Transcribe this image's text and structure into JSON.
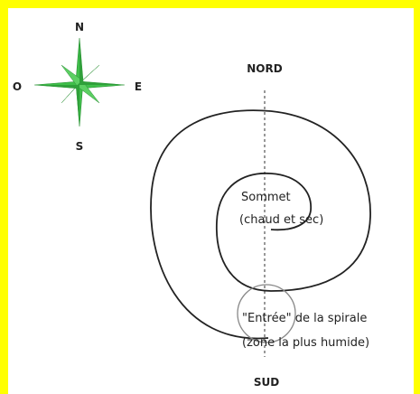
{
  "compass": {
    "north": "N",
    "south": "S",
    "east": "E",
    "west": "O",
    "star_color": "#3fbf4a"
  },
  "labels": {
    "top": "NORD",
    "bottom": "SUD",
    "summit_line1": "Sommet",
    "summit_line2": "(chaud et sec)",
    "entry_line1": "\"Entrée\" de la spirale",
    "entry_line2": "(zone la plus humide)"
  },
  "colors": {
    "frame": "#ffff00",
    "background": "#ffffff",
    "spiral": "#222222",
    "axis": "#555555",
    "entry_circle": "#888888"
  }
}
